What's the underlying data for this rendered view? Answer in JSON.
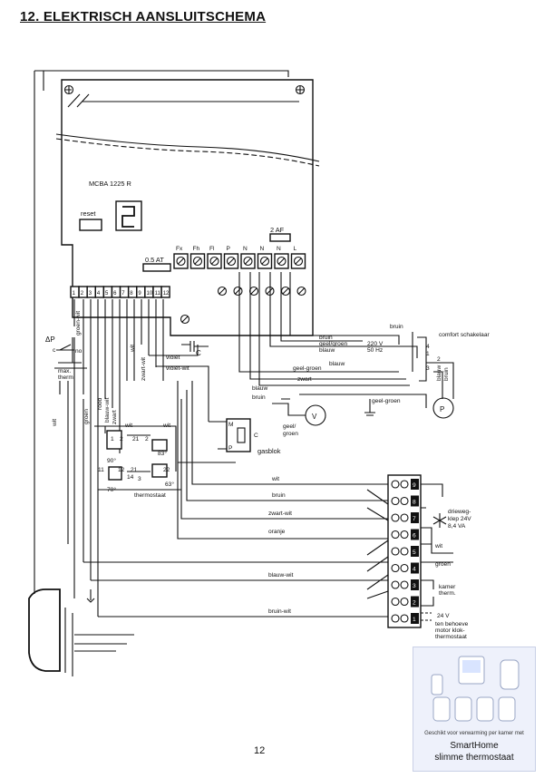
{
  "title": "12. ELEKTRISCH AANSLUITSCHEMA",
  "page_number": "12",
  "controller": {
    "model": "MCBA 1225 R",
    "reset": "reset",
    "fuse_main": "2 AF",
    "fuse_secondary": "0.5 AT",
    "top_terminals": [
      "Fx",
      "Fh",
      "Fl",
      "P",
      "N",
      "N",
      "N",
      "L"
    ],
    "bottom_terminals": [
      "1",
      "2",
      "3",
      "4",
      "5",
      "6",
      "7",
      "8",
      "9",
      "10",
      "11",
      "12"
    ]
  },
  "labels": {
    "delta_p": "ΔP",
    "c": "c",
    "no": "no",
    "max_therm": [
      "max.",
      "therm"
    ],
    "groen_wit": "groen-wit",
    "zwart_wit_vert": "zwart-wit",
    "wit_vert": "wit",
    "violet": "violet",
    "violet_wit": "violet-wit",
    "C": "C",
    "wit_left": "wit",
    "groen": "groen",
    "rood": "rood",
    "blauw_wit": "blauw-wit",
    "zwart": "zwart",
    "bruin_top": "bruin",
    "bruin_b": "bruin",
    "geel_groen_b": "geel/groen",
    "blauw_b": "blauw",
    "v220": "220 V",
    "hz50": "50 Hz",
    "comfort": "comfort schakelaar",
    "geel_groen_mid": "geel-groen",
    "zwart_mid": "zwart",
    "blauw_mid": "blauw",
    "blauw_mid2": "blauw",
    "bruin_mid": "bruin",
    "geel_groen_right": "geel-groen",
    "blauw_vert": "blauw",
    "bruin_vert": "bruin",
    "V": "V",
    "P": "P",
    "geel_bot": "geel/",
    "groen_bot": "groen",
    "wit1": "wit",
    "wit2": "wit",
    "t90": "90°",
    "t83": "83°",
    "t70": "70°",
    "t63": "63°",
    "thermostaat": "thermostaat",
    "M": "M",
    "C2": "C",
    "P2": "P",
    "gasblok": "gasblok",
    "wit_bus": "wit",
    "bruin_bus": "bruin",
    "zwart_wit_bus": "zwart-wit",
    "oranje_bus": "oranje",
    "blauw_wit_bus": "blauw-wit",
    "bruin_wit_bus": "bruin-wit",
    "valve": [
      "drieweg-",
      "klep 24V",
      "8,4 VA"
    ],
    "wit_valve": "wit",
    "groen_valve": "groen",
    "kamer": [
      "kamer",
      "therm."
    ],
    "v24": "24 V",
    "motor": [
      "ten behoeve",
      "motor klok-",
      "thermostaat"
    ],
    "rel_nums": [
      "1",
      "2",
      "21",
      "2",
      "11",
      "12",
      "21",
      "22",
      "14",
      "3"
    ],
    "comfort_nums": [
      "4",
      "1",
      "2",
      "3"
    ]
  },
  "terminal_block": [
    "9",
    "8",
    "7",
    "6",
    "5",
    "4",
    "3",
    "2",
    "1"
  ],
  "ad": {
    "caption": "Geschikt voor verwarming per kamer met",
    "title": "SmartHome",
    "subtitle": "slimme thermostaat"
  }
}
